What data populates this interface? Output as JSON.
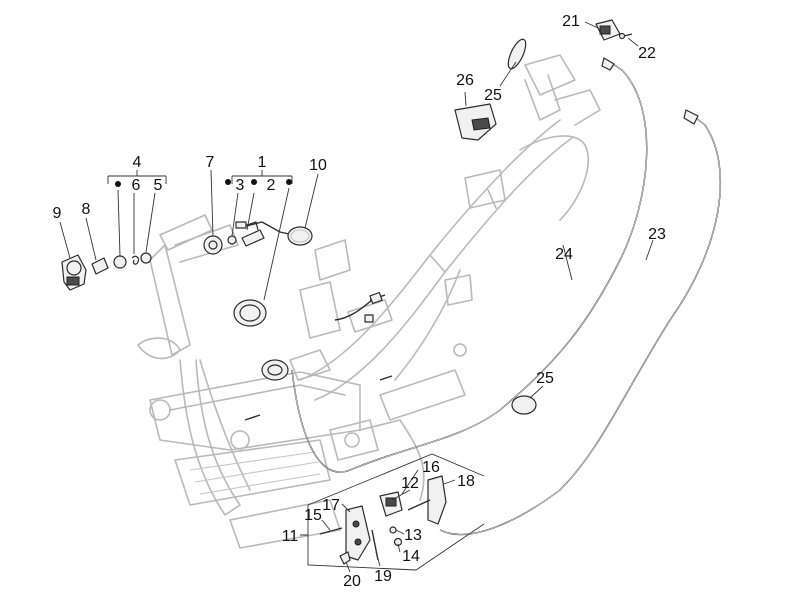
{
  "callouts": {
    "c1": "1",
    "c2": "2",
    "c3": "3",
    "c4": "4",
    "c5": "5",
    "c6": "6",
    "c7": "7",
    "c8": "8",
    "c9": "9",
    "c10": "10",
    "c11": "11",
    "c12": "12",
    "c13": "13",
    "c14": "14",
    "c15": "15",
    "c16": "16",
    "c17": "17",
    "c18": "18",
    "c19": "19",
    "c20": "20",
    "c21": "21",
    "c22": "22",
    "c23": "23",
    "c24": "24",
    "c25a": "25",
    "c25b": "25",
    "c26": "26"
  },
  "colors": {
    "frame": "#b9b9b9",
    "part_outline": "#2b2b2b",
    "cable": "#2e2e2e",
    "text": "#111111"
  }
}
